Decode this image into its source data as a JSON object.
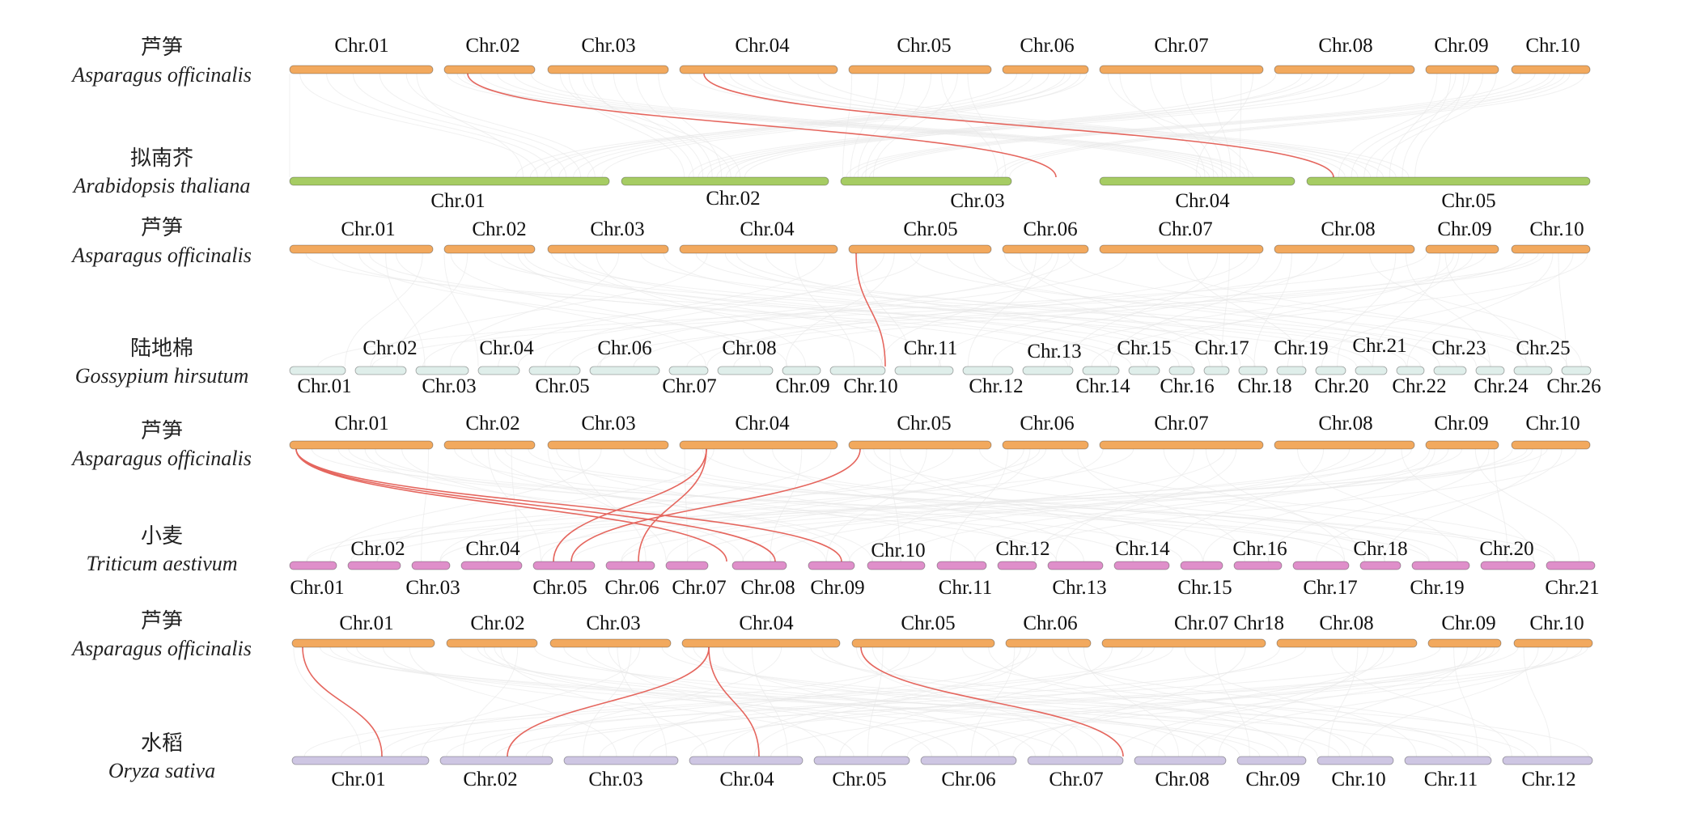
{
  "colors": {
    "asparagus": "#f2a95e",
    "arabidopsis": "#a6cc63",
    "cotton": "#dfeeea",
    "wheat": "#df8fca",
    "rice": "#cec6e3",
    "link": "#e5665e",
    "background_link": "#e8e8e8"
  },
  "species": [
    {
      "cn": "芦笋",
      "latin": "Asparagus officinalis"
    },
    {
      "cn": "拟南芥",
      "latin": "Arabidopsis thaliana"
    },
    {
      "cn": "芦笋",
      "latin": "Asparagus officinalis"
    },
    {
      "cn": "陆地棉",
      "latin": "Gossypium hirsutum"
    },
    {
      "cn": "芦笋",
      "latin": "Asparagus officinalis"
    },
    {
      "cn": "小麦",
      "latin": "Triticum aestivum"
    },
    {
      "cn": "芦笋",
      "latin": "Asparagus officinalis"
    },
    {
      "cn": "水稻",
      "latin": "Oryza sativa"
    }
  ],
  "tracks": [
    {
      "id": "aspar1",
      "color_key": "asparagus",
      "labels": [
        "Chr.01",
        "Chr.02",
        "Chr.03",
        "Chr.04",
        "Chr.05",
        "Chr.06",
        "Chr.07",
        "Chr.08",
        "Chr.09",
        "Chr.10"
      ]
    },
    {
      "id": "arab",
      "color_key": "arabidopsis",
      "labels": [
        "Chr.01",
        "Chr.02",
        "Chr.03",
        "Chr.04",
        "Chr.05"
      ]
    },
    {
      "id": "aspar2",
      "color_key": "asparagus",
      "labels": [
        "Chr.01",
        "Chr.02",
        "Chr.03",
        "Chr.04",
        "Chr.05",
        "Chr.06",
        "Chr.07",
        "Chr.08",
        "Chr.09",
        "Chr.10"
      ]
    },
    {
      "id": "cotton",
      "color_key": "cotton",
      "labels": [
        "Chr.01",
        "Chr.02",
        "Chr.03",
        "Chr.04",
        "Chr.05",
        "Chr.06",
        "Chr.07",
        "Chr.08",
        "Chr.09",
        "Chr.10",
        "Chr.11",
        "Chr.12",
        "Chr.13",
        "Chr.14",
        "Chr.15",
        "Chr.16",
        "Chr.17",
        "Chr.18",
        "Chr.19",
        "Chr.20",
        "Chr.21",
        "Chr.22",
        "Chr.23",
        "Chr.24",
        "Chr.25",
        "Chr.26"
      ]
    },
    {
      "id": "aspar3",
      "color_key": "asparagus",
      "labels": [
        "Chr.01",
        "Chr.02",
        "Chr.03",
        "Chr.04",
        "Chr.05",
        "Chr.06",
        "Chr.07",
        "Chr.08",
        "Chr.09",
        "Chr.10"
      ]
    },
    {
      "id": "wheat",
      "color_key": "wheat",
      "labels": [
        "Chr.01",
        "Chr.02",
        "Chr.03",
        "Chr.04",
        "Chr.05",
        "Chr.06",
        "Chr.07",
        "Chr.08",
        "Chr.09",
        "Chr.10",
        "Chr.11",
        "Chr.12",
        "Chr.13",
        "Chr.14",
        "Chr.15",
        "Chr.16",
        "Chr.17",
        "Chr.18",
        "Chr.19",
        "Chr.20",
        "Chr.21"
      ]
    },
    {
      "id": "aspar4",
      "color_key": "asparagus",
      "labels": [
        "Chr.01",
        "Chr.02",
        "Chr.03",
        "Chr.04",
        "Chr.05",
        "Chr.06",
        "Chr.07 Chr18",
        "Chr.08",
        "Chr.09",
        "Chr.10"
      ]
    },
    {
      "id": "rice",
      "color_key": "rice",
      "labels": [
        "Chr.01",
        "Chr.02",
        "Chr.03",
        "Chr.04",
        "Chr.05",
        "Chr.06",
        "Chr.07",
        "Chr.08",
        "Chr.09",
        "Chr.10",
        "Chr.11",
        "Chr.12"
      ]
    }
  ],
  "links": [
    {
      "from_track": "aspar1",
      "from_chr": "Chr.02",
      "to_track": "arab",
      "to_chr": "Chr.03"
    },
    {
      "from_track": "aspar1",
      "from_chr": "Chr.04",
      "to_track": "arab",
      "to_chr": "Chr.05"
    },
    {
      "from_track": "aspar2",
      "from_chr": "Chr.05",
      "to_track": "cotton",
      "to_chr": "Chr.10"
    },
    {
      "from_track": "aspar3",
      "from_chr": "Chr.01",
      "to_track": "wheat",
      "to_chr": "Chr.07"
    },
    {
      "from_track": "aspar3",
      "from_chr": "Chr.01",
      "to_track": "wheat",
      "to_chr": "Chr.08"
    },
    {
      "from_track": "aspar3",
      "from_chr": "Chr.01",
      "to_track": "wheat",
      "to_chr": "Chr.09"
    },
    {
      "from_track": "aspar3",
      "from_chr": "Chr.04",
      "to_track": "wheat",
      "to_chr": "Chr.05"
    },
    {
      "from_track": "aspar3",
      "from_chr": "Chr.04",
      "to_track": "wheat",
      "to_chr": "Chr.06"
    },
    {
      "from_track": "aspar3",
      "from_chr": "Chr.05",
      "to_track": "wheat",
      "to_chr": "Chr.05"
    },
    {
      "from_track": "aspar4",
      "from_chr": "Chr.01",
      "to_track": "rice",
      "to_chr": "Chr.01"
    },
    {
      "from_track": "aspar4",
      "from_chr": "Chr.04",
      "to_track": "rice",
      "to_chr": "Chr.02"
    },
    {
      "from_track": "aspar4",
      "from_chr": "Chr.04",
      "to_track": "rice",
      "to_chr": "Chr.04"
    },
    {
      "from_track": "aspar4",
      "from_chr": "Chr.05",
      "to_track": "rice",
      "to_chr": "Chr.07"
    }
  ]
}
